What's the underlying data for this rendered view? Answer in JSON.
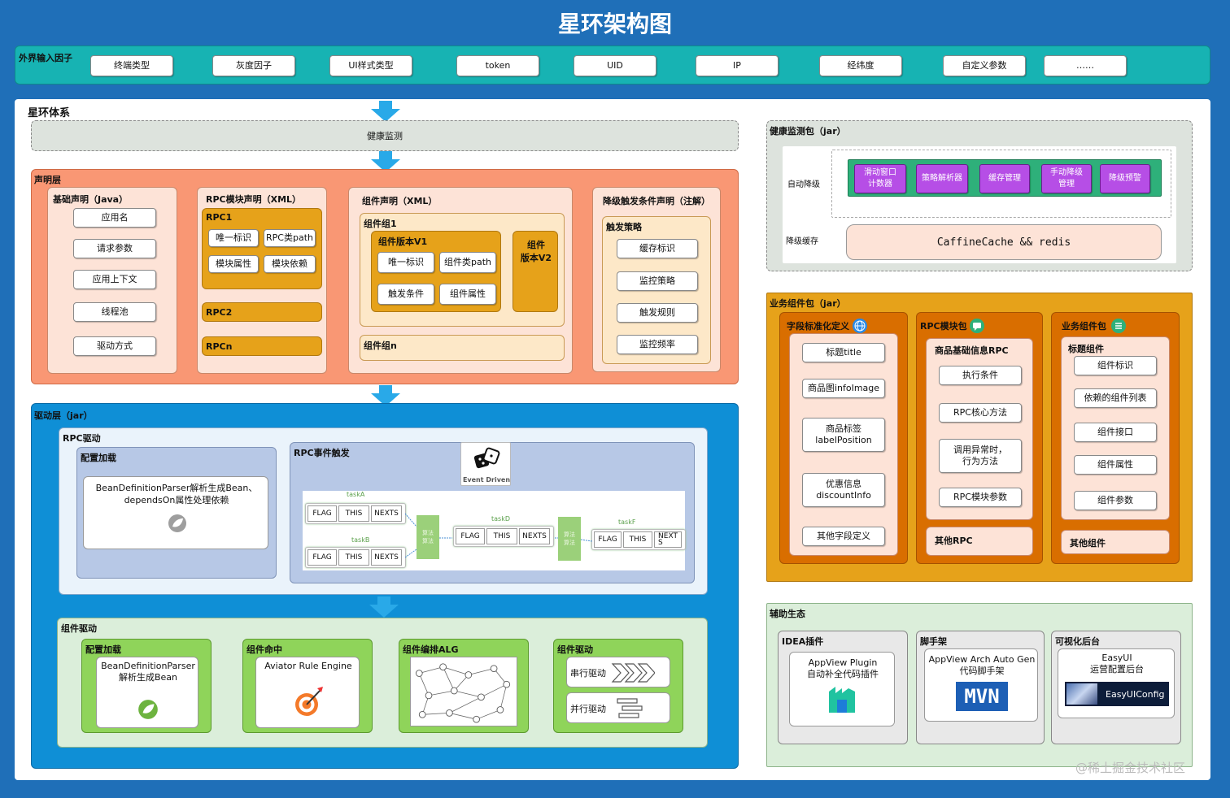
{
  "title": "星环架构图",
  "watermark": "@稀土掘金技术社区",
  "inputs": {
    "label": "外界输入因子",
    "items": [
      "终端类型",
      "灰度因子",
      "UI样式类型",
      "token",
      "UID",
      "IP",
      "经纬度",
      "自定义参数",
      "……"
    ]
  },
  "system": {
    "label": "星环体系",
    "health": "健康监测",
    "declare": {
      "label": "声明层",
      "basic": {
        "title": "基础声明（Java）",
        "items": [
          "应用名",
          "请求参数",
          "应用上下文",
          "线程池",
          "驱动方式"
        ]
      },
      "rpc": {
        "title": "RPC模块声明（XML）",
        "g1": "RPC1",
        "g1items": [
          "唯一标识",
          "RPC类path",
          "模块属性",
          "模块依赖"
        ],
        "g2": "RPC2",
        "gn": "RPCn"
      },
      "comp": {
        "title": "组件声明（XML）",
        "g1": "组件组1",
        "v1": "组件版本V1",
        "v1items": [
          "唯一标识",
          "组件类path",
          "触发条件",
          "组件属性"
        ],
        "v2": "组件\n版本V2",
        "gn": "组件组n"
      },
      "degrade": {
        "title": "降级触发条件声明（注解）",
        "sub": "触发策略",
        "items": [
          "缓存标识",
          "监控策略",
          "触发规则",
          "监控频率"
        ]
      }
    },
    "driver": {
      "label": "驱动层（jar）",
      "rpc": {
        "label": "RPC驱动",
        "load": "配置加载",
        "load_text": "BeanDefinitionParser解析生成Bean、dependsOn属性处理依赖",
        "event": "RPC事件触发",
        "event_logo": "Event Driven",
        "taskA": "taskA",
        "taskB": "taskB",
        "taskD": "taskD",
        "taskF": "taskF",
        "cells": [
          "FLAG",
          "THIS",
          "NEXTS"
        ],
        "cellsF": [
          "FLAG",
          "THIS",
          "NEXT\nS"
        ],
        "algo": "算法\n算法"
      },
      "comp": {
        "label": "组件驱动",
        "c1": {
          "title": "配置加载",
          "text": "BeanDefinitionParser\n解析生成Bean"
        },
        "c2": {
          "title": "组件命中",
          "text": "Aviator Rule Engine"
        },
        "c3": {
          "title": "组件编排ALG"
        },
        "c4": {
          "title": "组件驱动",
          "serial": "串行驱动",
          "parallel": "并行驱动"
        }
      }
    }
  },
  "health_pkg": {
    "label": "健康监测包（jar）",
    "auto": "自动降级",
    "store": "降级缓存",
    "items": [
      "滑动窗口\n计数器",
      "策略解析器",
      "缓存管理",
      "手动降级\n管理",
      "降级预警"
    ],
    "cache": "CaffineCache && redis"
  },
  "biz_pkg": {
    "label": "业务组件包（jar）",
    "field": {
      "title": "字段标准化定义",
      "items": [
        "标题title",
        "商品图infoImage",
        "商品标签\nlabelPosition",
        "优惠信息\ndiscountInfo",
        "其他字段定义"
      ]
    },
    "rpc": {
      "title": "RPC模块包",
      "sub": "商品基础信息RPC",
      "items": [
        "执行条件",
        "RPC核心方法",
        "调用异常时，\n行为方法",
        "RPC模块参数"
      ],
      "other": "其他RPC"
    },
    "comp": {
      "title": "业务组件包",
      "sub": "标题组件",
      "items": [
        "组件标识",
        "依赖的组件列表",
        "组件接口",
        "组件属性",
        "组件参数"
      ],
      "other": "其他组件"
    }
  },
  "aux": {
    "label": "辅助生态",
    "idea": {
      "title": "IDEA插件",
      "text": "AppView Plugin\n自动补全代码插件"
    },
    "scaffold": {
      "title": "脚手架",
      "text": "AppView Arch Auto Gen\n代码脚手架",
      "logo": "MVN"
    },
    "admin": {
      "title": "可视化后台",
      "text": "EasyUI\n运营配置后台",
      "badge": "EasyUIConfig"
    }
  },
  "colors": {
    "bg": "#1f6fb8",
    "teal": "#17b3b3",
    "orange": "#f99774",
    "gold": "#e6a21a",
    "blue": "#0f8fd6",
    "green": "#8fd45a"
  }
}
